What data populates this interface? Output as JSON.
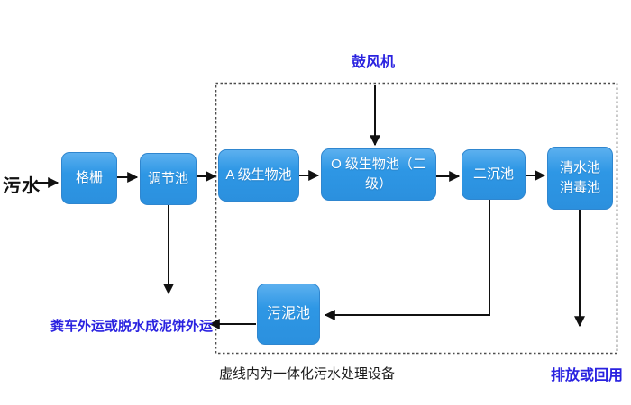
{
  "diagram": {
    "influent_label": "污水",
    "blower_label": "鼓风机",
    "boxes": {
      "grid": "格栅",
      "regulating": "调节池",
      "a_bio": "A 级生物池",
      "o_bio": "O 级生物池（二级）",
      "secondary_sedimentation": "二沉池",
      "clean_water_line1": "清水池",
      "clean_water_line2": "消毒池",
      "sludge": "污泥池"
    },
    "sludge_disposal_label": "粪车外运或脱水成泥饼外运",
    "boundary_caption": "虚线内为一体化污水处理设备",
    "discharge_label": "排放或回用",
    "colors": {
      "box_fill": "#2e97e5",
      "box_fill_top": "#5cb0ef",
      "box_border": "#2f86cf",
      "box_text": "#ffffff",
      "blue_text": "#2a22e0",
      "black_text": "#111111",
      "arrow": "#111111",
      "boundary_line": "#4d4d4d",
      "background": "#ffffff"
    }
  }
}
